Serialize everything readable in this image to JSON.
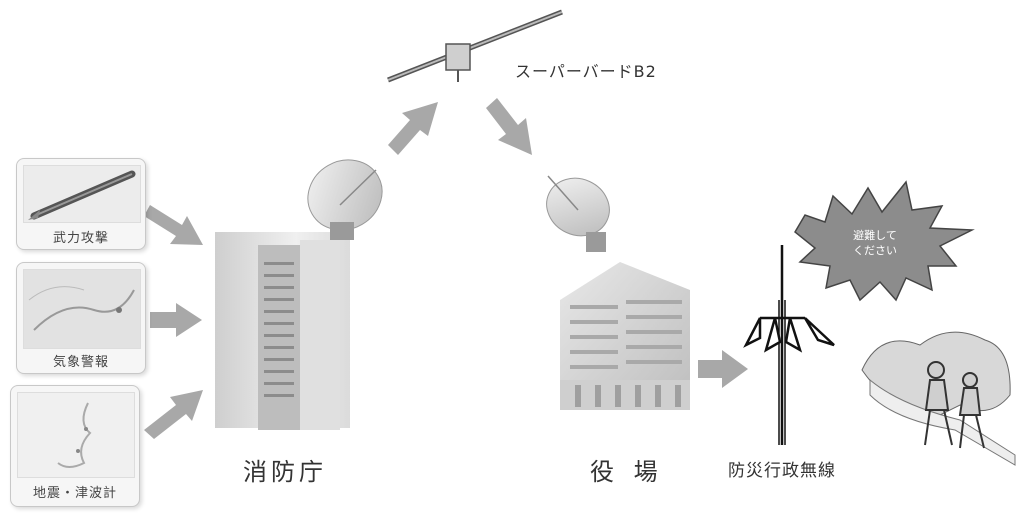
{
  "satellite": {
    "label": "スーパーバードB2"
  },
  "inputs": [
    {
      "label": "武力攻撃"
    },
    {
      "label": "気象警報"
    },
    {
      "label": "地震・津波計"
    }
  ],
  "nodes": {
    "fire_agency": "消防庁",
    "town_office": "役 場",
    "radio": "防災行政無線"
  },
  "speech_bubble": {
    "line1": "避難して",
    "line2": "ください"
  }
}
